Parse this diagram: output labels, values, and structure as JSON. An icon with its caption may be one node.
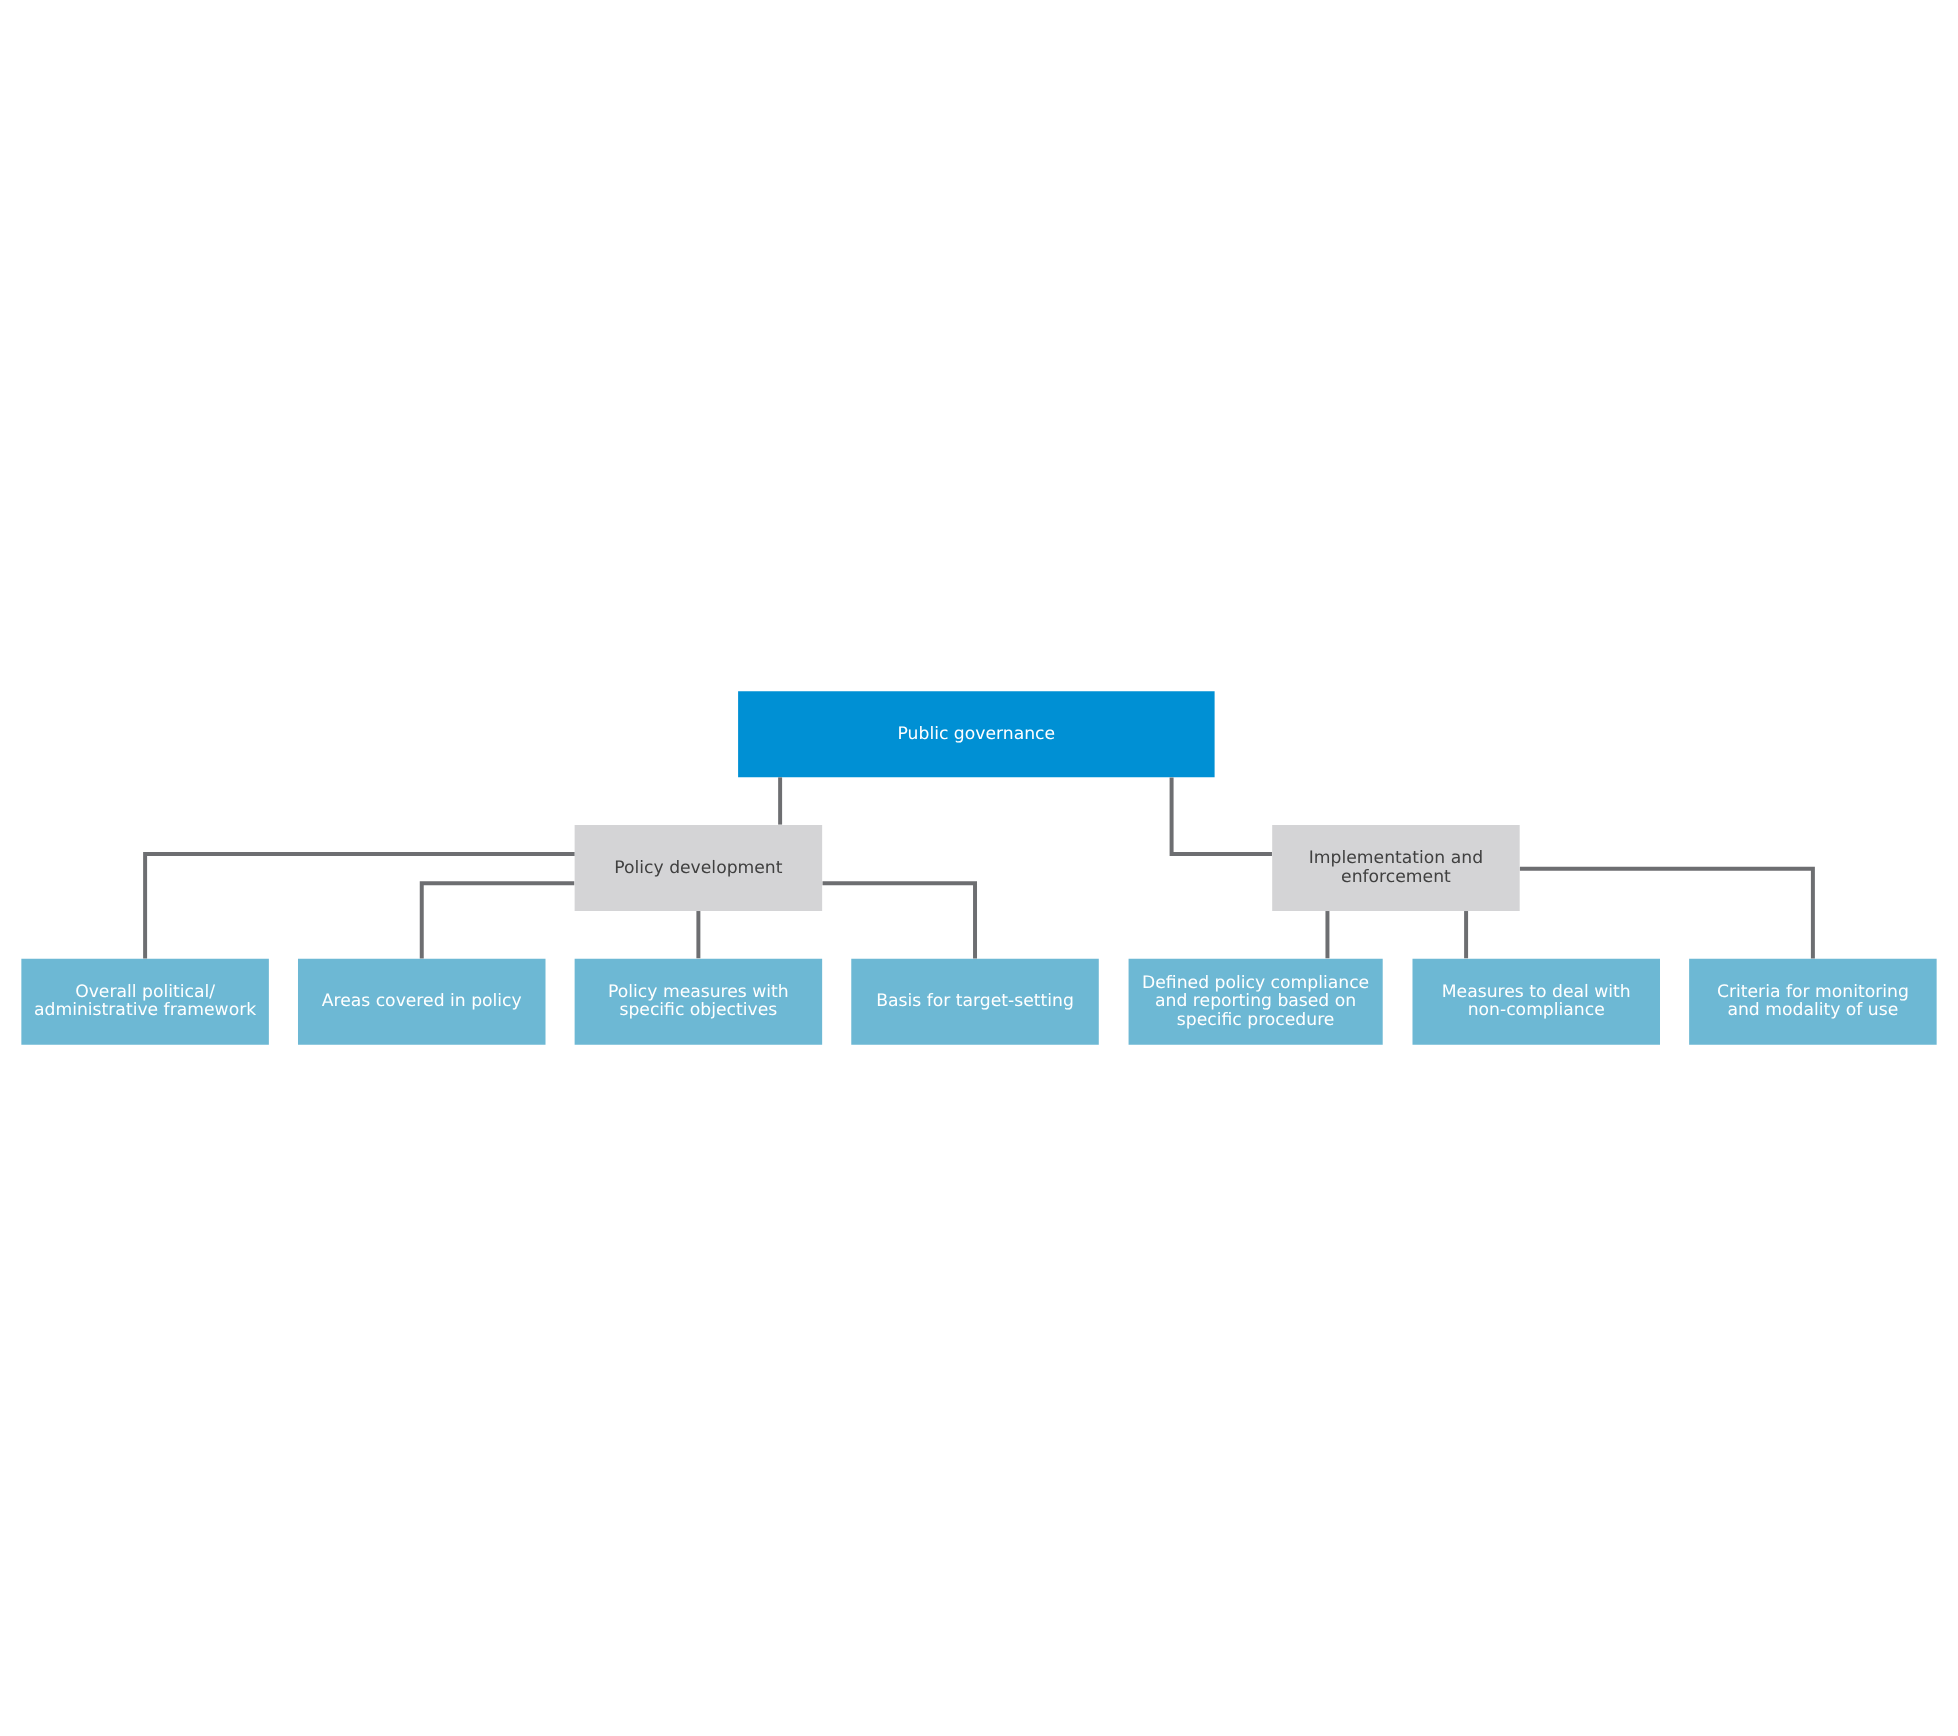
{
  "diagram": {
    "nodes": [
      {
        "text": [
          "Public governance"
        ]
      },
      {
        "text": [
          "Policy development"
        ]
      },
      {
        "text": [
          "Implementation and enforcement"
        ]
      },
      {
        "text": [
          "Overall political/ administrative framework"
        ]
      },
      {
        "text": [
          "Areas covered in policy"
        ]
      },
      {
        "text": [
          "Policy measures with specific objectives"
        ]
      },
      {
        "text": [
          "Basis for target-setting"
        ]
      },
      {
        "text": [
          "Defined policy compliance and reporting based on specific procedure"
        ]
      },
      {
        "text": [
          "Measures to deal with non-compliance"
        ]
      },
      {
        "text": [
          "Criteria for monitoring and modality of use"
        ]
      }
    ],
    "edges": [
      {
        "from": 0,
        "to": 1,
        "arrow": "none"
      },
      {
        "from": 0,
        "to": 2,
        "arrow": "none"
      },
      {
        "from": 1,
        "to": 3,
        "arrow": "none"
      },
      {
        "from": 1,
        "to": 4,
        "arrow": "none"
      },
      {
        "from": 1,
        "to": 5,
        "arrow": "none"
      },
      {
        "from": 1,
        "to": 6,
        "arrow": "none"
      },
      {
        "from": 2,
        "to": 7,
        "arrow": "none"
      },
      {
        "from": 2,
        "to": 8,
        "arrow": "none"
      },
      {
        "from": 2,
        "to": 9,
        "arrow": "none"
      }
    ]
  }
}
